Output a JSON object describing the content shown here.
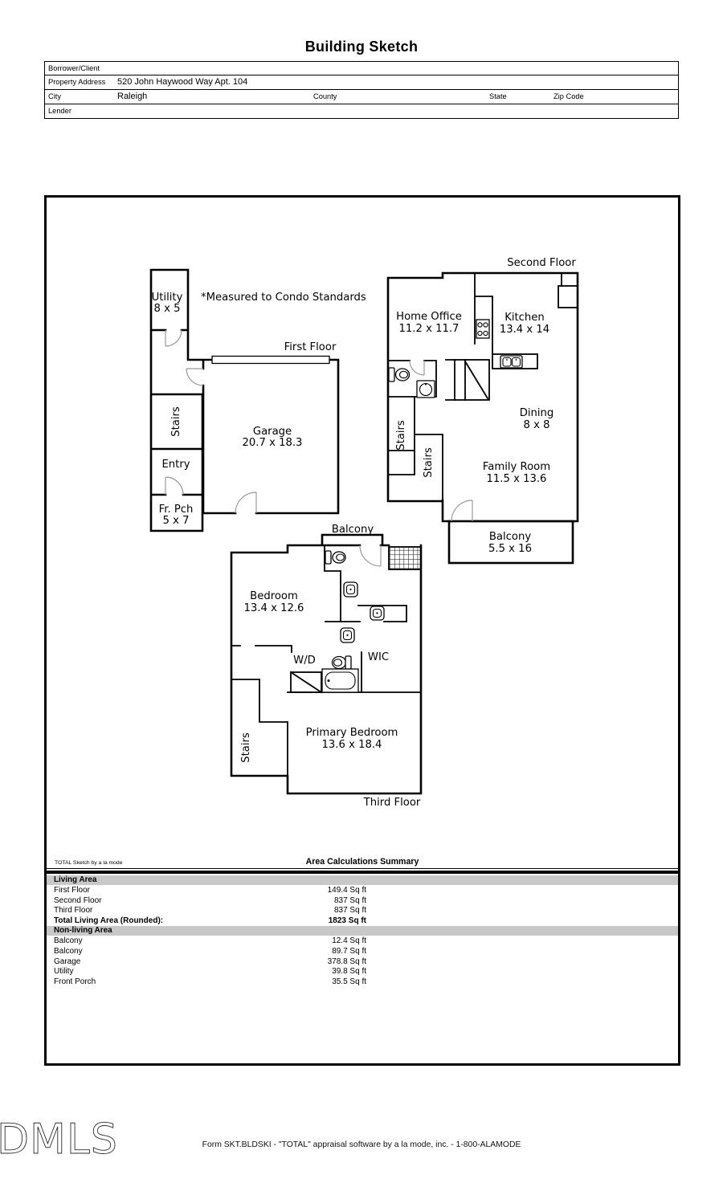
{
  "header": {
    "title": "Building Sketch",
    "fields": {
      "borrower_label": "Borrower/Client",
      "property_label": "Property Address",
      "property_value": "520 John Haywood Way Apt. 104",
      "city_label": "City",
      "city_value": "Raleigh",
      "county_label": "County",
      "state_label": "State",
      "zip_label": "Zip Code",
      "lender_label": "Lender"
    }
  },
  "sketch": {
    "note": "*Measured to Condo Standards",
    "first_floor": {
      "title": "First Floor",
      "rooms": {
        "utility": {
          "name": "Utility",
          "dims": "8 x 5"
        },
        "garage": {
          "name": "Garage",
          "dims": "20.7 x 18.3"
        },
        "stairs": {
          "name": "Stairs"
        },
        "entry": {
          "name": "Entry"
        },
        "front_porch": {
          "name": "Fr. Pch",
          "dims": "5 x 7"
        }
      }
    },
    "second_floor": {
      "title": "Second Floor",
      "rooms": {
        "home_office": {
          "name": "Home Office",
          "dims": "11.2 x 11.7"
        },
        "kitchen": {
          "name": "Kitchen",
          "dims": "13.4 x 14"
        },
        "dining": {
          "name": "Dining",
          "dims": "8 x 8"
        },
        "family_room": {
          "name": "Family Room",
          "dims": "11.5 x 13.6"
        },
        "stairs_a": {
          "name": "Stairs"
        },
        "stairs_b": {
          "name": "Stairs"
        },
        "balcony": {
          "name": "Balcony",
          "dims": "5.5 x 16"
        }
      }
    },
    "third_floor": {
      "title": "Third Floor",
      "rooms": {
        "balcony": {
          "name": "Balcony"
        },
        "bedroom": {
          "name": "Bedroom",
          "dims": "13.4 x 12.6"
        },
        "wd": {
          "name": "W/D"
        },
        "wic": {
          "name": "WIC"
        },
        "primary_bedroom": {
          "name": "Primary Bedroom",
          "dims": "13.6 x 18.4"
        },
        "stairs": {
          "name": "Stairs"
        }
      }
    }
  },
  "summary": {
    "vendor": "TOTAL Sketch by a la mode",
    "title": "Area Calculations Summary",
    "living": {
      "header": "Living Area",
      "rows": [
        {
          "label": "First Floor",
          "value": "149.4 Sq ft"
        },
        {
          "label": "Second Floor",
          "value": "837 Sq ft"
        },
        {
          "label": "Third Floor",
          "value": "837 Sq ft"
        }
      ],
      "total_label": "Total Living Area (Rounded):",
      "total_value": "1823 Sq ft"
    },
    "nonliving": {
      "header": "Non-living Area",
      "rows": [
        {
          "label": "Balcony",
          "value": "12.4 Sq ft"
        },
        {
          "label": "Balcony",
          "value": "89.7 Sq ft"
        },
        {
          "label": "Garage",
          "value": "378.8 Sq ft"
        },
        {
          "label": "Utility",
          "value": "39.8 Sq ft"
        },
        {
          "label": "Front Porch",
          "value": "35.5 Sq ft"
        }
      ]
    }
  },
  "footer": {
    "logo": "DMLS",
    "form_line": "Form SKT.BLDSKI - \"TOTAL\" appraisal software by a la mode, inc. - 1-800-ALAMODE"
  }
}
